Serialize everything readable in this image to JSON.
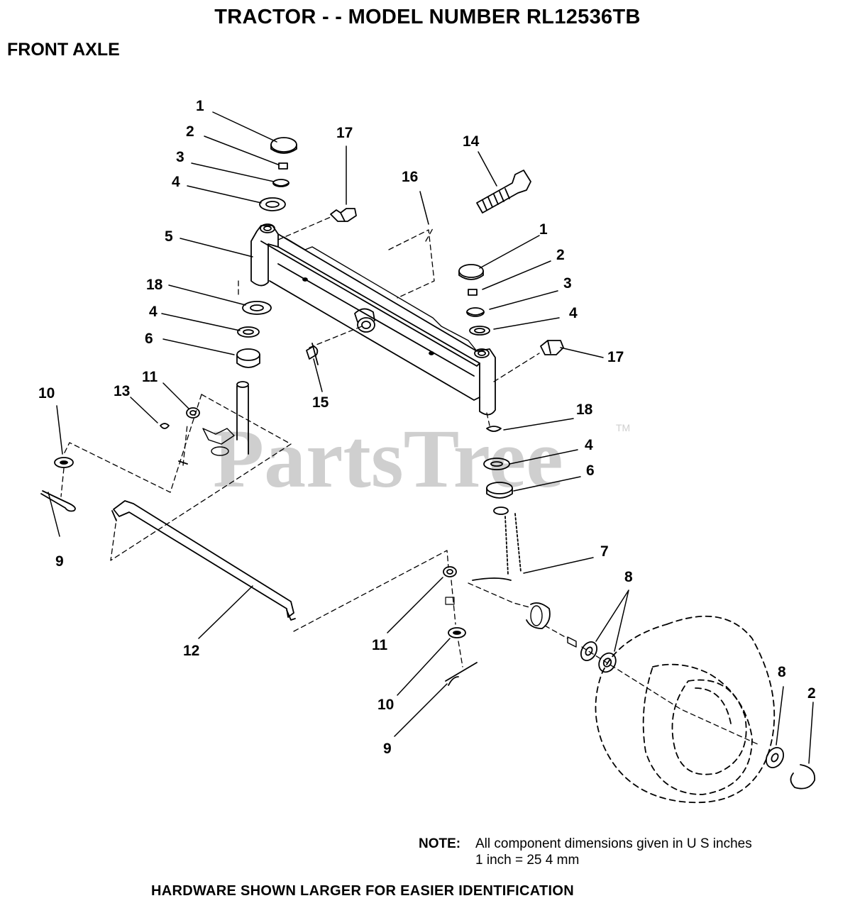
{
  "header": {
    "title": "TRACTOR - - MODEL NUMBER RL12536TB",
    "subtitle": "FRONT AXLE"
  },
  "watermark": {
    "text": "PartsTree",
    "tm": "TM",
    "color": "#cfcfcf"
  },
  "callouts": [
    {
      "id": "c1a",
      "label": "1"
    },
    {
      "id": "c2a",
      "label": "2"
    },
    {
      "id": "c3a",
      "label": "3"
    },
    {
      "id": "c4a",
      "label": "4"
    },
    {
      "id": "c5",
      "label": "5"
    },
    {
      "id": "c18a",
      "label": "18"
    },
    {
      "id": "c4b",
      "label": "4"
    },
    {
      "id": "c6a",
      "label": "6"
    },
    {
      "id": "c11a",
      "label": "11"
    },
    {
      "id": "c13",
      "label": "13"
    },
    {
      "id": "c10a",
      "label": "10"
    },
    {
      "id": "c9a",
      "label": "9"
    },
    {
      "id": "c17a",
      "label": "17"
    },
    {
      "id": "c16",
      "label": "16"
    },
    {
      "id": "c14",
      "label": "14"
    },
    {
      "id": "c1b",
      "label": "1"
    },
    {
      "id": "c2b",
      "label": "2"
    },
    {
      "id": "c3b",
      "label": "3"
    },
    {
      "id": "c4c",
      "label": "4"
    },
    {
      "id": "c17b",
      "label": "17"
    },
    {
      "id": "c15",
      "label": "15"
    },
    {
      "id": "c18b",
      "label": "18"
    },
    {
      "id": "c4d",
      "label": "4"
    },
    {
      "id": "c6b",
      "label": "6"
    },
    {
      "id": "c7",
      "label": "7"
    },
    {
      "id": "c8a",
      "label": "8"
    },
    {
      "id": "c12",
      "label": "12"
    },
    {
      "id": "c11b",
      "label": "11"
    },
    {
      "id": "c10b",
      "label": "10"
    },
    {
      "id": "c9b",
      "label": "9"
    },
    {
      "id": "c8b",
      "label": "8"
    },
    {
      "id": "c2c",
      "label": "2"
    }
  ],
  "note": {
    "label": "NOTE:",
    "line1": "All component dimensions given in U S  inches",
    "line2": "1 inch = 25 4 mm"
  },
  "footer": "HARDWARE SHOWN LARGER FOR EASIER IDENTIFICATION"
}
